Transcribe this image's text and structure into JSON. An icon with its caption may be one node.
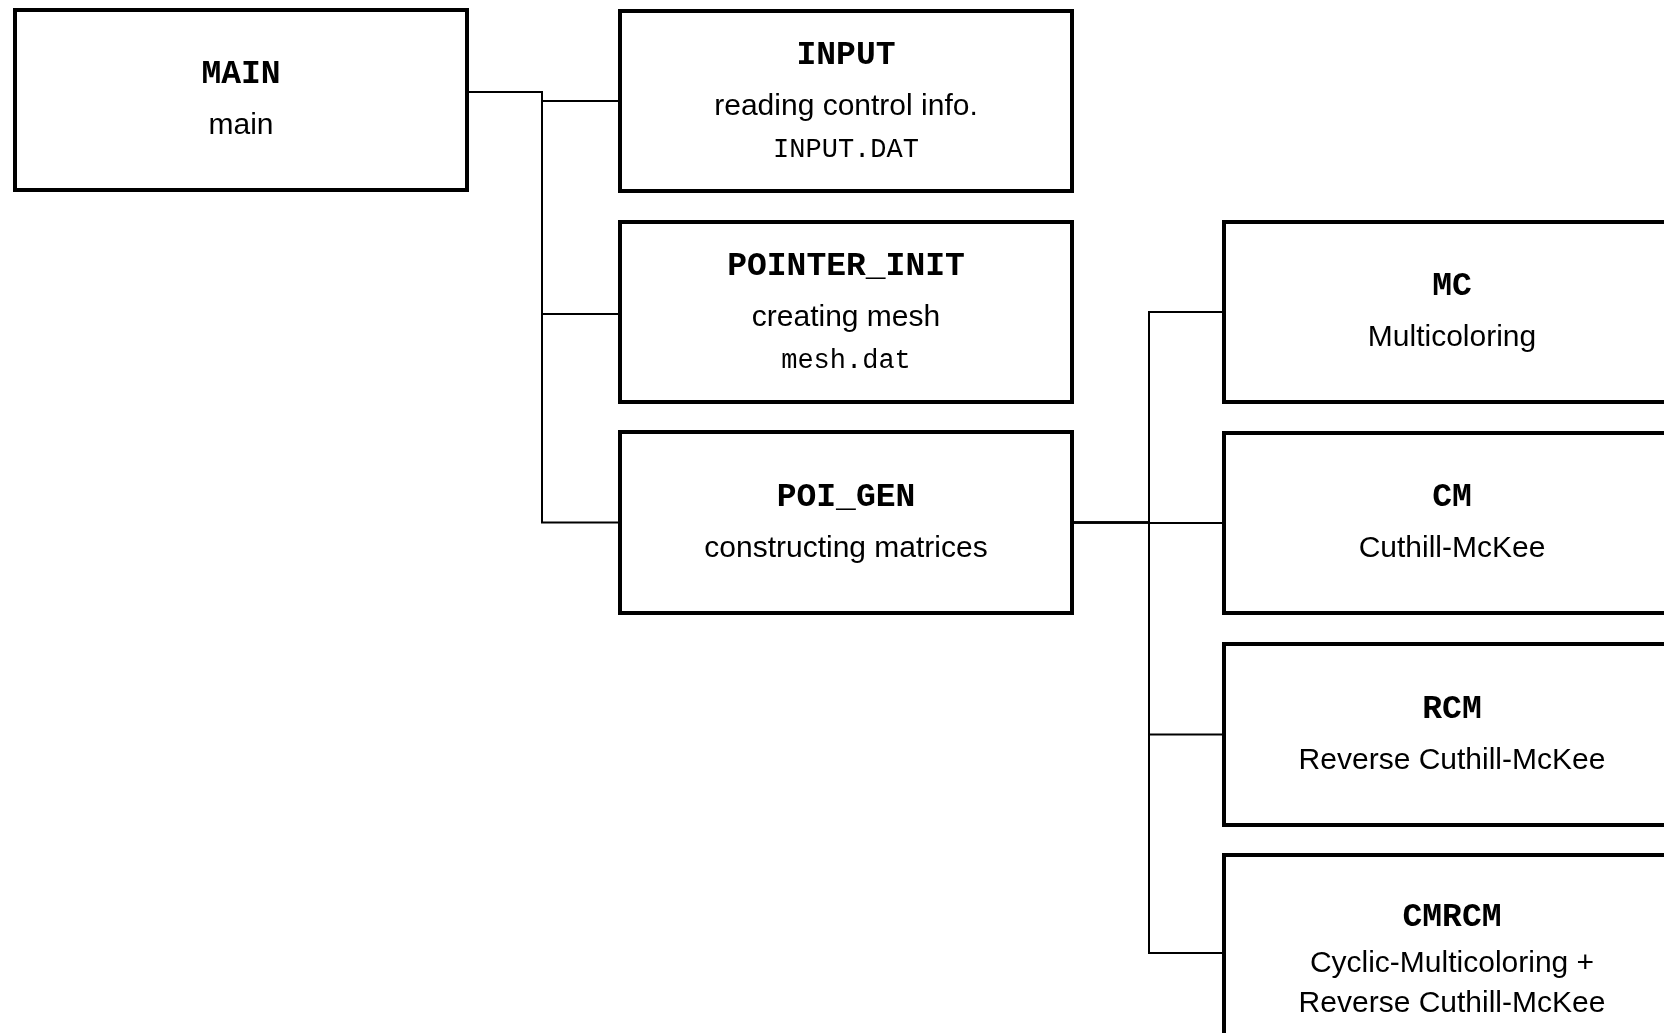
{
  "diagram": {
    "nodes": [
      {
        "text": [
          "MAIN",
          "main"
        ]
      },
      {
        "text": [
          "INPUT",
          "reading control info.",
          "INPUT.DAT"
        ]
      },
      {
        "text": [
          "POINTER_INIT",
          "creating mesh",
          "mesh.dat"
        ]
      },
      {
        "text": [
          "POI_GEN",
          "constructing matrices"
        ]
      },
      {
        "text": [
          "MC",
          "Multicoloring"
        ]
      },
      {
        "text": [
          "CM",
          "Cuthill-McKee"
        ]
      },
      {
        "text": [
          "RCM",
          "Reverse Cuthill-McKee"
        ]
      },
      {
        "text": [
          "CMRCM",
          "Cyclic-Multicoloring + Reverse Cuthill-McKee"
        ]
      }
    ],
    "edges": [
      {
        "from": 0,
        "to": 1,
        "arrow": "none"
      },
      {
        "from": 0,
        "to": 2,
        "arrow": "none"
      },
      {
        "from": 0,
        "to": 3,
        "arrow": "none"
      },
      {
        "from": 3,
        "to": 4,
        "arrow": "none"
      },
      {
        "from": 3,
        "to": 5,
        "arrow": "none"
      },
      {
        "from": 3,
        "to": 6,
        "arrow": "none"
      },
      {
        "from": 3,
        "to": 7,
        "arrow": "none"
      }
    ]
  }
}
